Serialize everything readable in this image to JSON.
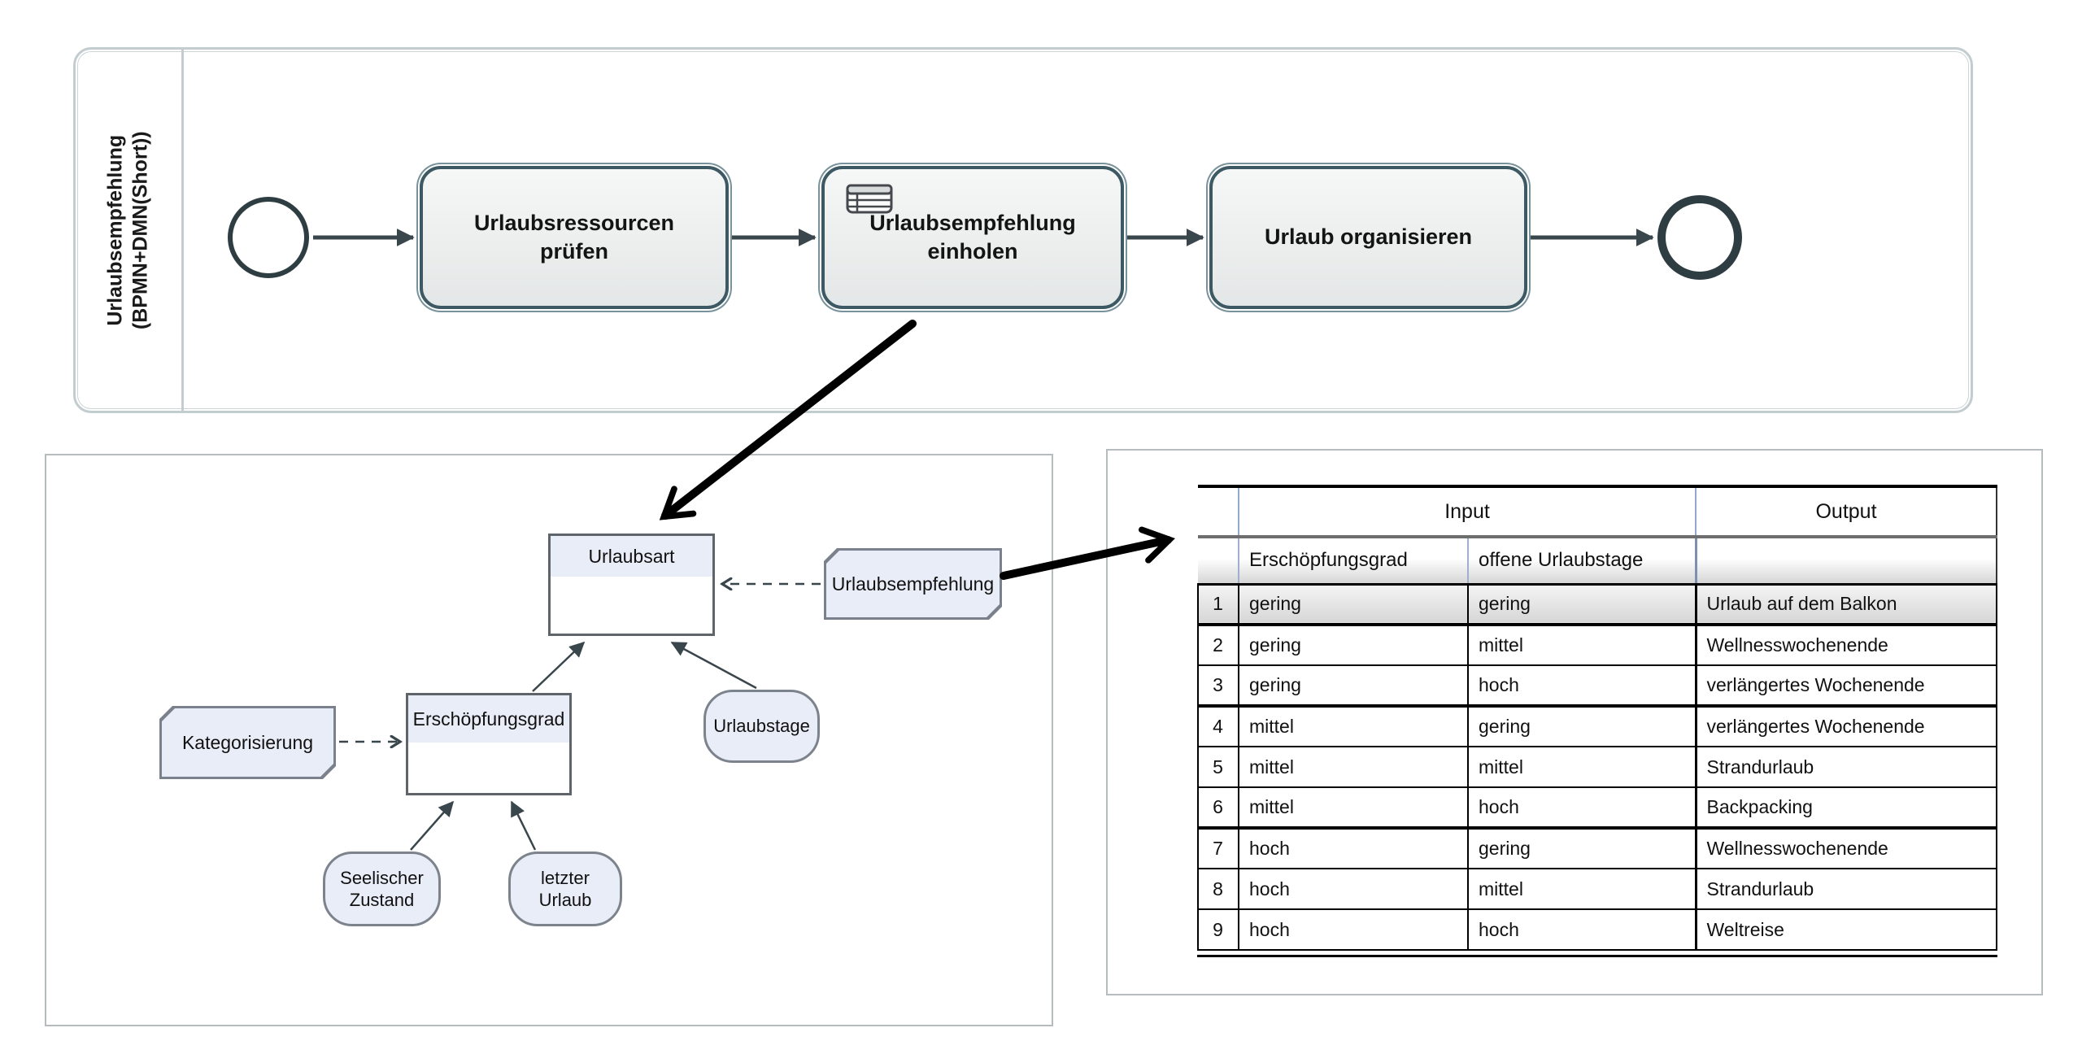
{
  "pool": {
    "label_line1": "Urlaubsempfehlung",
    "label_line2": "(BPMN+DMN(Short))",
    "tasks": [
      {
        "label": "Urlaubsressourcen prüfen"
      },
      {
        "label": "Urlaubsempfehlung einholen"
      },
      {
        "label": "Urlaub organisieren"
      }
    ]
  },
  "drd": {
    "decisions": [
      {
        "label": "Urlaubsart"
      },
      {
        "label": "Erschöpfungsgrad"
      }
    ],
    "knowledge_models": [
      {
        "label": "Urlaubsempfehlung"
      },
      {
        "label": "Kategorisierung"
      }
    ],
    "inputs": [
      {
        "label": "Urlaubstage"
      },
      {
        "label": "Seelischer Zustand"
      },
      {
        "label": "letzter Urlaub"
      }
    ]
  },
  "decision_table": {
    "group_headers": {
      "input": "Input",
      "output": "Output"
    },
    "input_columns": [
      "Erschöpfungsgrad",
      "offene Urlaubstage"
    ],
    "output_column": "",
    "rows": [
      {
        "num": "1",
        "in1": "gering",
        "in2": "gering",
        "out": "Urlaub auf dem Balkon",
        "highlight": true,
        "thick_below": true
      },
      {
        "num": "2",
        "in1": "gering",
        "in2": "mittel",
        "out": "Wellnesswochenende",
        "highlight": false,
        "thick_below": false
      },
      {
        "num": "3",
        "in1": "gering",
        "in2": "hoch",
        "out": "verlängertes Wochenende",
        "highlight": false,
        "thick_below": true
      },
      {
        "num": "4",
        "in1": "mittel",
        "in2": "gering",
        "out": "verlängertes Wochenende",
        "highlight": false,
        "thick_below": false
      },
      {
        "num": "5",
        "in1": "mittel",
        "in2": "mittel",
        "out": "Strandurlaub",
        "highlight": false,
        "thick_below": false
      },
      {
        "num": "6",
        "in1": "mittel",
        "in2": "hoch",
        "out": "Backpacking",
        "highlight": false,
        "thick_below": true
      },
      {
        "num": "7",
        "in1": "hoch",
        "in2": "gering",
        "out": "Wellnesswochenende",
        "highlight": false,
        "thick_below": false
      },
      {
        "num": "8",
        "in1": "hoch",
        "in2": "mittel",
        "out": "Strandurlaub",
        "highlight": false,
        "thick_below": false
      },
      {
        "num": "9",
        "in1": "hoch",
        "in2": "hoch",
        "out": "Weltreise",
        "highlight": false,
        "thick_below": false
      }
    ]
  },
  "colors": {
    "input_header": "#bccfe6",
    "output_header": "#e2b2b1",
    "task_border": "#3d5964",
    "pool_border": "#c3cdd0",
    "dmn_fill": "#e9edf8",
    "flow": "#39464c"
  }
}
